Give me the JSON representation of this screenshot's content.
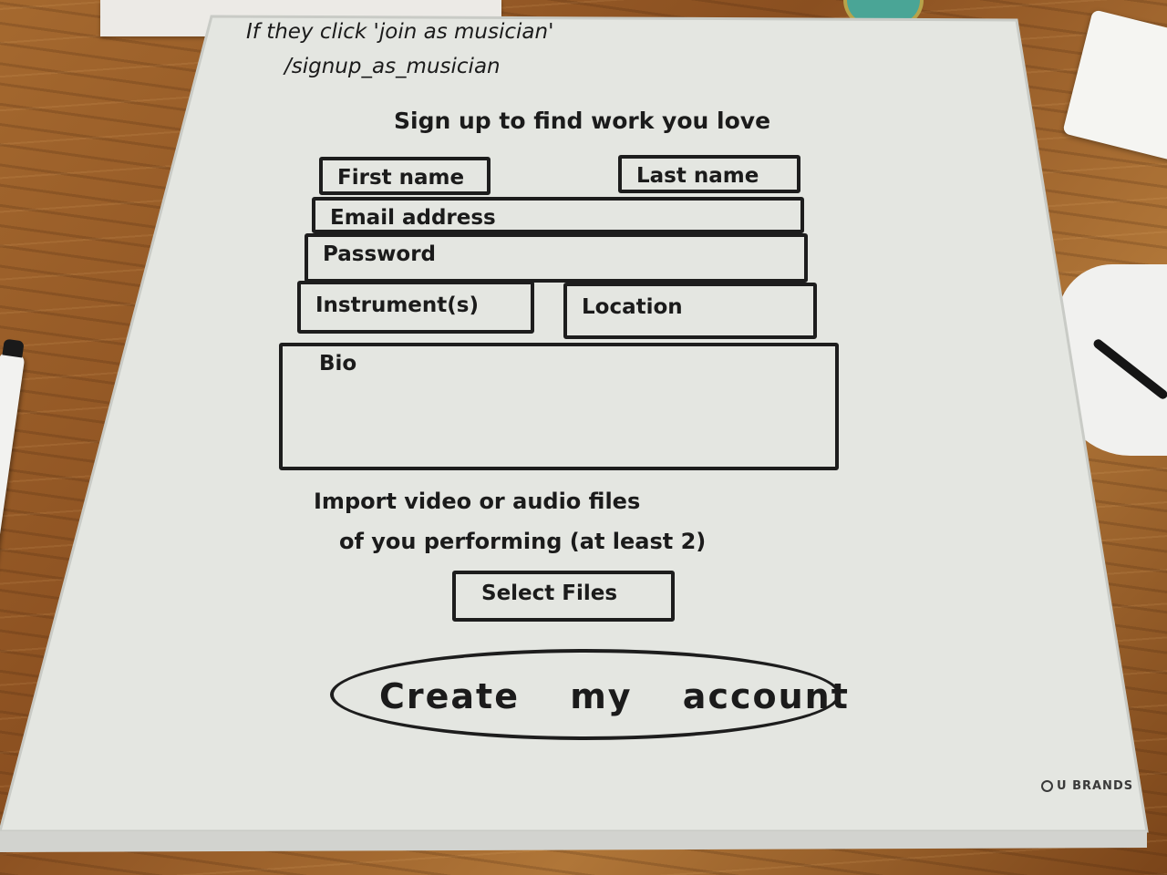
{
  "notes": {
    "line1": "If they click 'join as musician'",
    "line2": "/signup_as_musician"
  },
  "form": {
    "heading": "Sign up to find work you love",
    "first_name": "First name",
    "last_name": "Last name",
    "email": "Email address",
    "password": "Password",
    "instruments": "Instrument(s)",
    "location": "Location",
    "bio": "Bio",
    "import_line1": "Import video or audio files",
    "import_line2": "of you performing (at least 2)",
    "select_files": "Select Files",
    "create_account": "Create my account"
  },
  "board": {
    "brand": "U BRANDS",
    "colors": {
      "board": "#e4e6e1",
      "ink": "#1d1d1d",
      "wood": "#8a5a2b"
    }
  }
}
